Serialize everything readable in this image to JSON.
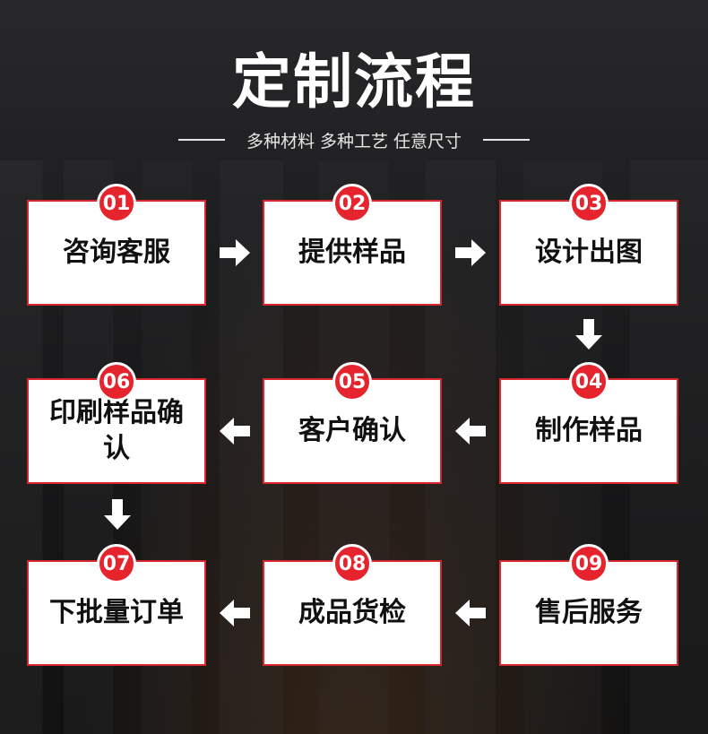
{
  "header": {
    "title": "定制流程",
    "subtitle": "多种材料 多种工艺 任意尺寸"
  },
  "steps": [
    {
      "number": "01",
      "label": "咨询客服"
    },
    {
      "number": "02",
      "label": "提供样品"
    },
    {
      "number": "03",
      "label": "设计出图"
    },
    {
      "number": "04",
      "label": "制作样品"
    },
    {
      "number": "05",
      "label": "客户确认"
    },
    {
      "number": "06",
      "label": "印刷样品确认"
    },
    {
      "number": "07",
      "label": "下批量订单"
    },
    {
      "number": "08",
      "label": "成品货检"
    },
    {
      "number": "09",
      "label": "售后服务"
    }
  ],
  "colors": {
    "accent": "#e5242e",
    "card_border": "#d9262f",
    "card_bg": "#ffffff",
    "arrow": "#ffffff"
  },
  "icons": {
    "arrow_right": "arrow-right-icon",
    "arrow_left": "arrow-left-icon",
    "arrow_down": "arrow-down-icon"
  }
}
